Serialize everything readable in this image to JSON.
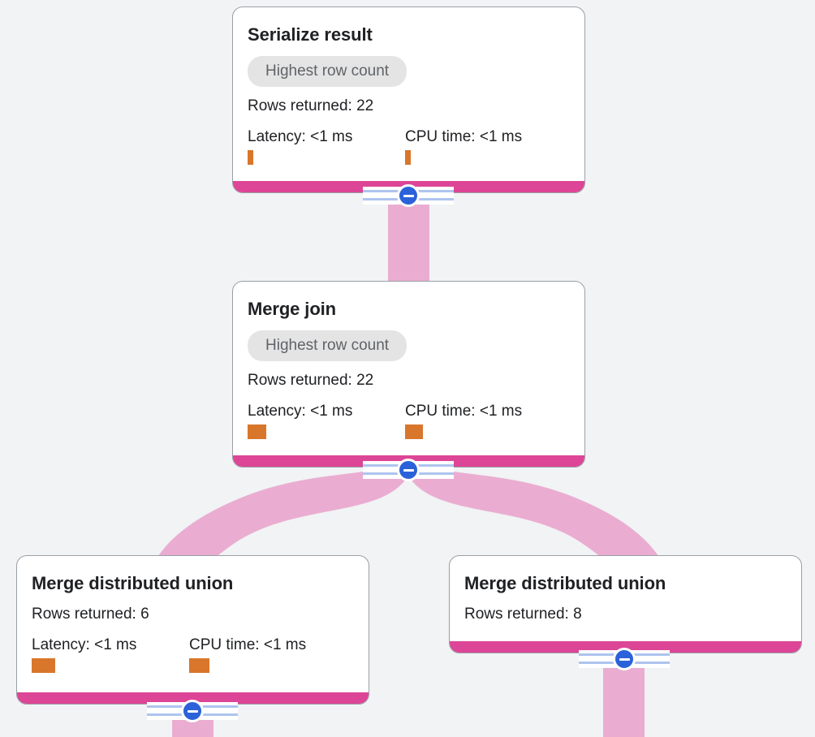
{
  "canvas": {
    "background_color": "#f1f3f4",
    "accent_color": "#dd4596",
    "edge_color": "#eaadd1",
    "bar_color": "#d8762b",
    "toggle_color": "#2b62d9",
    "chip_background": "#e4e4e4"
  },
  "nodes": [
    {
      "id": "serialize-result",
      "title": "Serialize result",
      "chip": "Highest row count",
      "rows": "Rows returned: 22",
      "latency_label": "Latency: <1 ms",
      "cpu_label": "CPU time: <1 ms",
      "latency_bar_width": 7,
      "cpu_bar_width": 7
    },
    {
      "id": "merge-join",
      "title": "Merge join",
      "chip": "Highest row count",
      "rows": "Rows returned: 22",
      "latency_label": "Latency: <1 ms",
      "cpu_label": "CPU time: <1 ms",
      "latency_bar_width": 23,
      "cpu_bar_width": 22
    },
    {
      "id": "merge-distributed-union-left",
      "title": "Merge distributed union",
      "chip": null,
      "rows": "Rows returned: 6",
      "latency_label": "Latency: <1 ms",
      "cpu_label": "CPU time: <1 ms",
      "latency_bar_width": 29,
      "cpu_bar_width": 25
    },
    {
      "id": "merge-distributed-union-right",
      "title": "Merge distributed union",
      "chip": null,
      "rows": "Rows returned: 8",
      "latency_label": null,
      "cpu_label": null,
      "latency_bar_width": 0,
      "cpu_bar_width": 0
    }
  ],
  "toggles": [
    {
      "id": "toggle-serialize-result",
      "state": "expanded",
      "icon": "minus-icon"
    },
    {
      "id": "toggle-merge-join",
      "state": "expanded",
      "icon": "minus-icon"
    },
    {
      "id": "toggle-merge-distributed-union-left",
      "state": "expanded",
      "icon": "minus-icon"
    },
    {
      "id": "toggle-merge-distributed-union-right",
      "state": "expanded",
      "icon": "minus-icon"
    }
  ]
}
